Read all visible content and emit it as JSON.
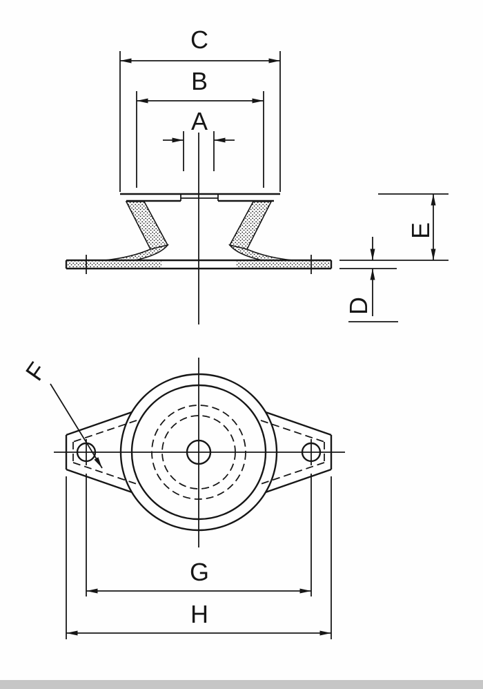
{
  "drawing": {
    "labels": {
      "dim_a": "A",
      "dim_b": "B",
      "dim_c": "C",
      "dim_d": "D",
      "dim_e": "E",
      "dim_f": "F",
      "dim_g": "G",
      "dim_h": "H"
    },
    "colors": {
      "line": "#161616",
      "background": "#fefefe",
      "footer_band": "#c6c6c6"
    }
  }
}
